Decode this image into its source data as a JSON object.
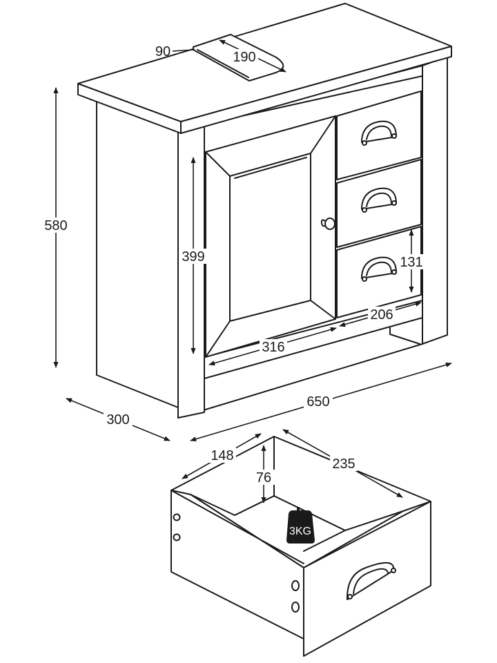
{
  "dimensions": {
    "height": "580",
    "depth": "300",
    "width": "650",
    "sink_cutout_depth": "90",
    "sink_cutout_width": "190",
    "door_height": "399",
    "door_width": "316",
    "drawer_front_width": "206",
    "drawer_front_height": "131",
    "drawer_box_width": "148",
    "drawer_box_depth": "235",
    "drawer_box_height": "76"
  },
  "weight_label": "3KG",
  "colors": {
    "line": "#1a1a1a",
    "background": "#ffffff",
    "weight": "#1a1a1a"
  }
}
